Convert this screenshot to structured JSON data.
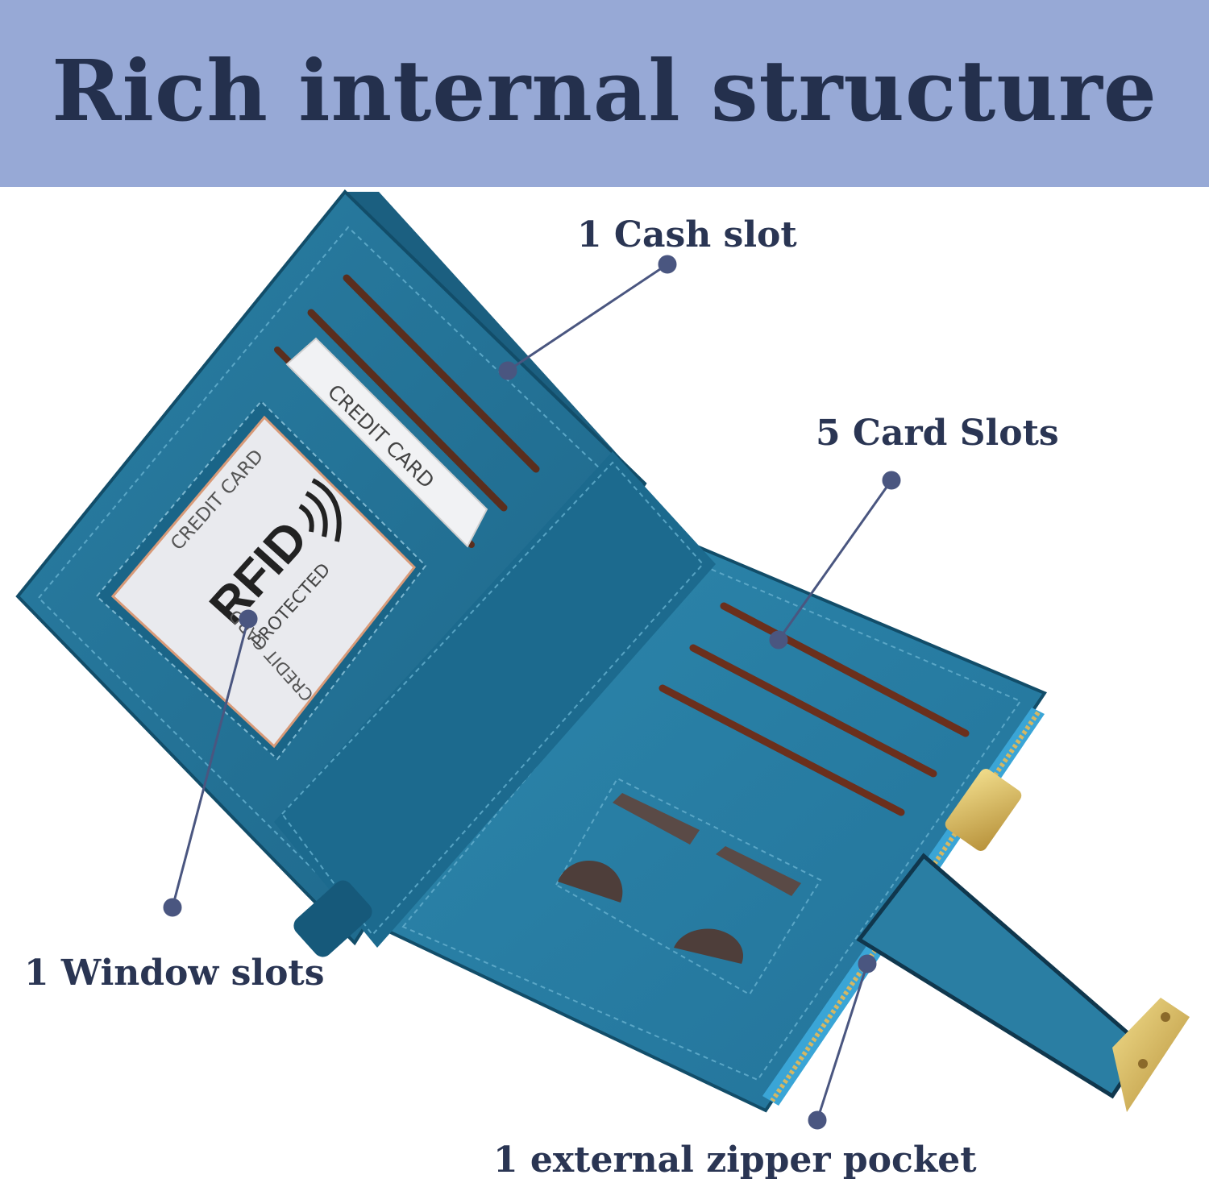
{
  "banner": {
    "title": "Rich internal structure",
    "color": "#97a9d6"
  },
  "callouts": {
    "cash_slot": "1 Cash slot",
    "card_slots": "5 Card Slots",
    "window_slot": "1 Window slots",
    "zipper_pocket": "1 external zipper pocket"
  },
  "cards": {
    "id_window_card": {
      "top_text": "CREDIT CARD",
      "logo_text": "RFID",
      "sub_text": "PROTECTED",
      "bottom_text": "CREDIT CARD"
    },
    "slot_card": {
      "text": "CREDIT CARD"
    }
  },
  "colors": {
    "wallet": "#1f6f93",
    "wallet_dark": "#14506e",
    "zipper": "#c9a64a",
    "pointer": "#4a5680",
    "text": "#2a3553"
  }
}
